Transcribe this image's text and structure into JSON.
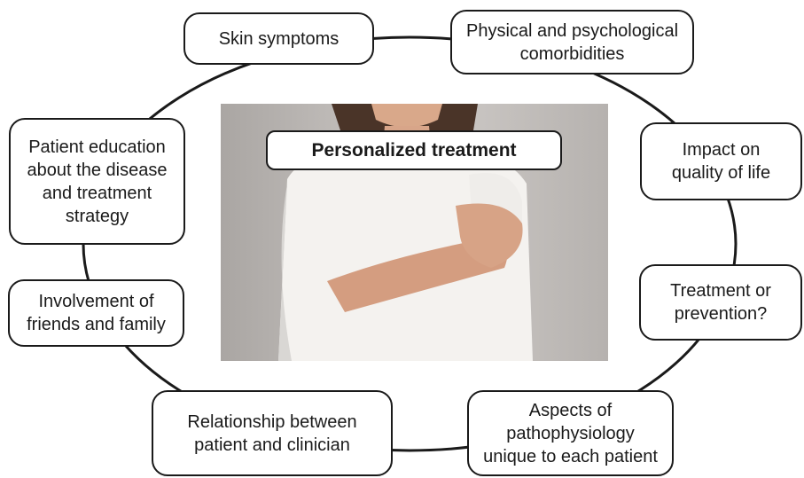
{
  "center": {
    "label": "Personalized treatment"
  },
  "photo": {
    "subject": "woman-scratching-arm-photo"
  },
  "nodes": {
    "skin_symptoms": "Skin symptoms",
    "comorbidities": "Physical and psychological\ncomorbidities",
    "quality_of_life": "Impact on\nquality of life",
    "treatment_or_prevention": "Treatment or\nprevention?",
    "pathophysiology": "Aspects of\npathophysiology\nunique to each patient",
    "relationship": "Relationship between\npatient and clinician",
    "involvement": "Involvement of\nfriends and family",
    "education": "Patient education\nabout the disease\nand treatment\nstrategy"
  },
  "colors": {
    "stroke": "#1a1a1a",
    "background": "#ffffff"
  }
}
